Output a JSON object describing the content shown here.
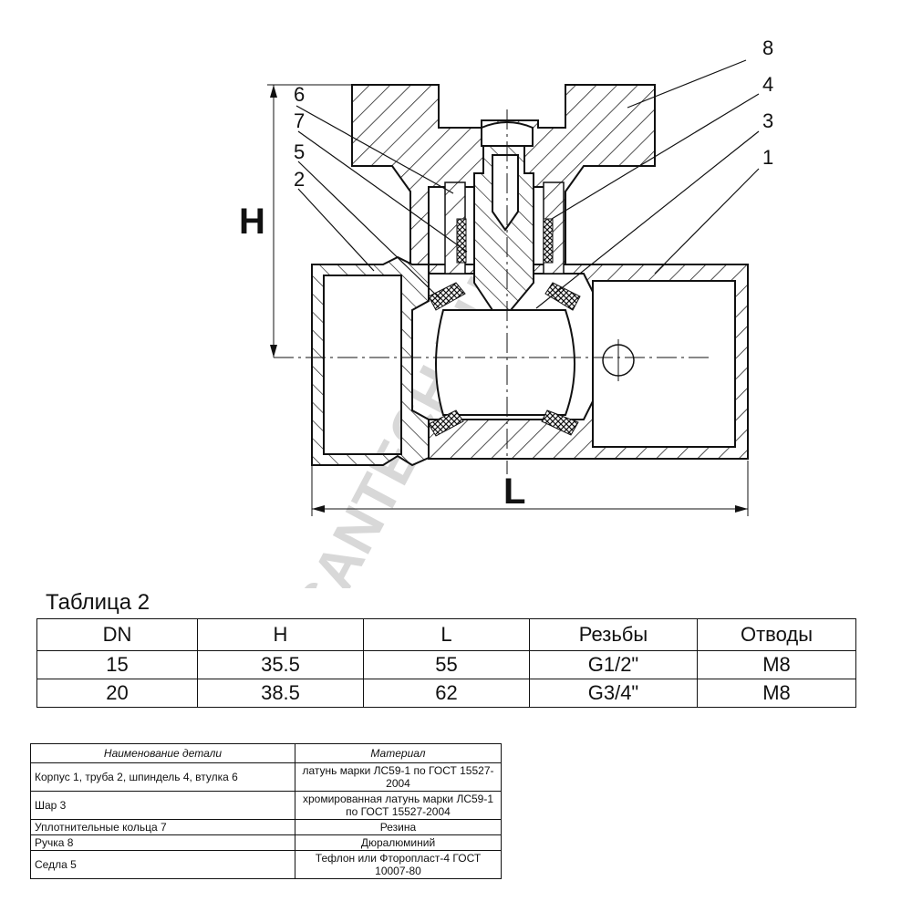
{
  "drawing": {
    "callouts": [
      "8",
      "6",
      "4",
      "7",
      "3",
      "5",
      "1",
      "2"
    ],
    "dim_height_label": "H",
    "dim_length_label": "L",
    "watermark": "SANTECH.RU"
  },
  "table2": {
    "caption": "Таблица 2",
    "headers": [
      "DN",
      "H",
      "L",
      "Резьбы",
      "Отводы"
    ],
    "rows": [
      [
        "15",
        "35.5",
        "55",
        "G1/2\"",
        "M8"
      ],
      [
        "20",
        "38.5",
        "62",
        "G3/4\"",
        "M8"
      ]
    ]
  },
  "materials": {
    "headers": [
      "Наименование детали",
      "Материал"
    ],
    "rows": [
      [
        "Корпус 1, труба 2, шпиндель 4, втулка 6",
        "латунь марки ЛС59-1 по ГОСТ 15527-2004"
      ],
      [
        "Шар 3",
        "хромированная латунь марки ЛС59-1 по  ГОСТ 15527-2004"
      ],
      [
        "Уплотнительные кольца 7",
        "Резина"
      ],
      [
        "Ручка 8",
        "Дюралюминий"
      ],
      [
        "Седла 5",
        "Тефлон или Фторопласт-4 ГОСТ 10007-80"
      ]
    ]
  }
}
